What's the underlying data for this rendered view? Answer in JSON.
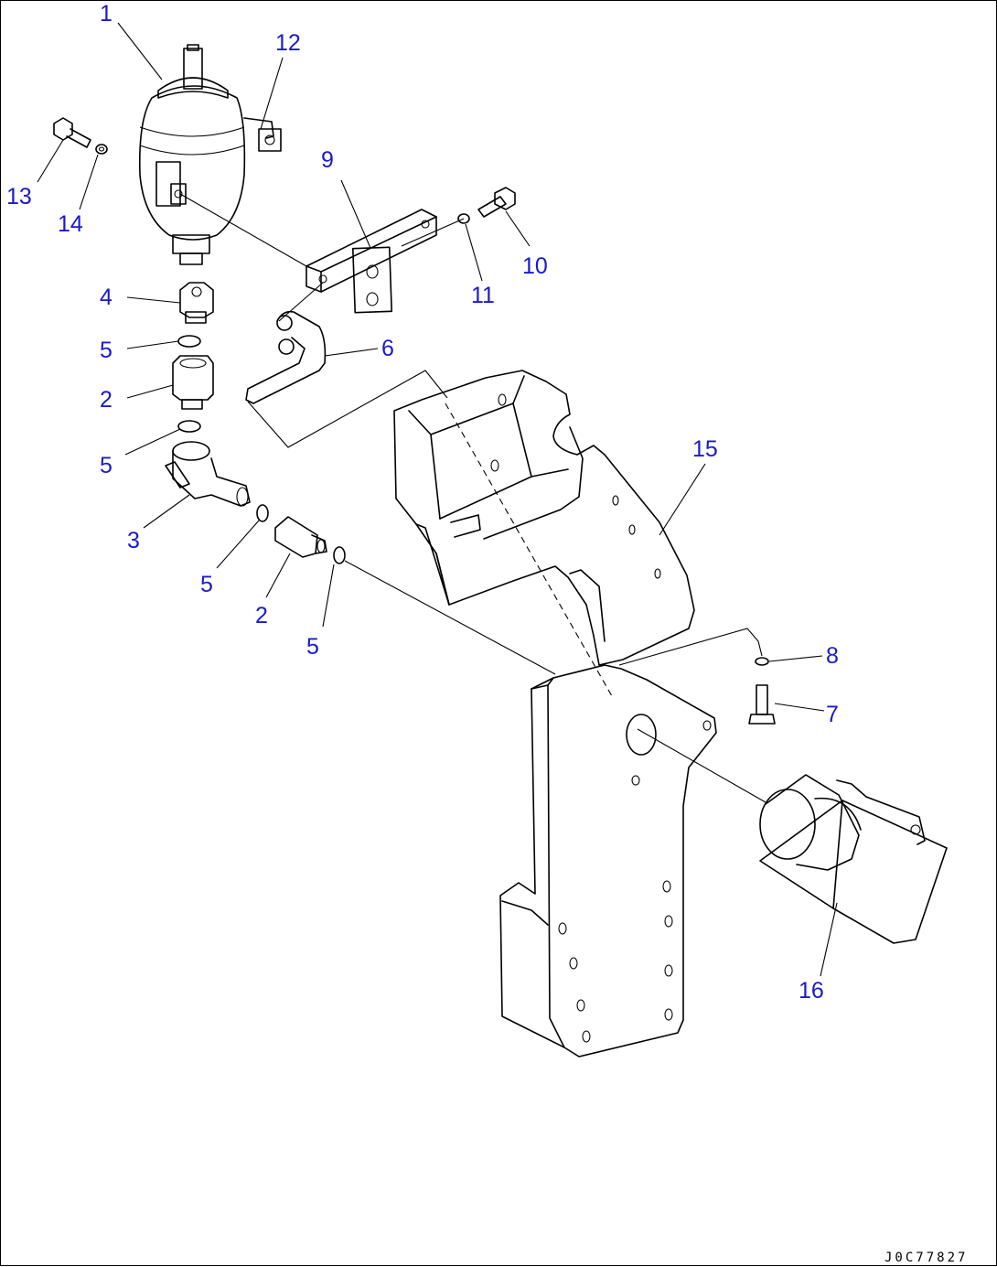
{
  "figure": {
    "drawing_code": "J0C77827",
    "callouts": [
      {
        "id": "c1",
        "label": "1"
      },
      {
        "id": "c12",
        "label": "12"
      },
      {
        "id": "c13",
        "label": "13"
      },
      {
        "id": "c14",
        "label": "14"
      },
      {
        "id": "c9",
        "label": "9"
      },
      {
        "id": "c10",
        "label": "10"
      },
      {
        "id": "c11",
        "label": "11"
      },
      {
        "id": "c4",
        "label": "4"
      },
      {
        "id": "c5a",
        "label": "5"
      },
      {
        "id": "c2a",
        "label": "2"
      },
      {
        "id": "c5b",
        "label": "5"
      },
      {
        "id": "c6",
        "label": "6"
      },
      {
        "id": "c3",
        "label": "3"
      },
      {
        "id": "c5c",
        "label": "5"
      },
      {
        "id": "c2b",
        "label": "2"
      },
      {
        "id": "c5d",
        "label": "5"
      },
      {
        "id": "c15",
        "label": "15"
      },
      {
        "id": "c8",
        "label": "8"
      },
      {
        "id": "c7",
        "label": "7"
      },
      {
        "id": "c16",
        "label": "16"
      }
    ]
  },
  "colors": {
    "callout": "#1a1acc",
    "line": "#000000",
    "background": "#ffffff"
  }
}
